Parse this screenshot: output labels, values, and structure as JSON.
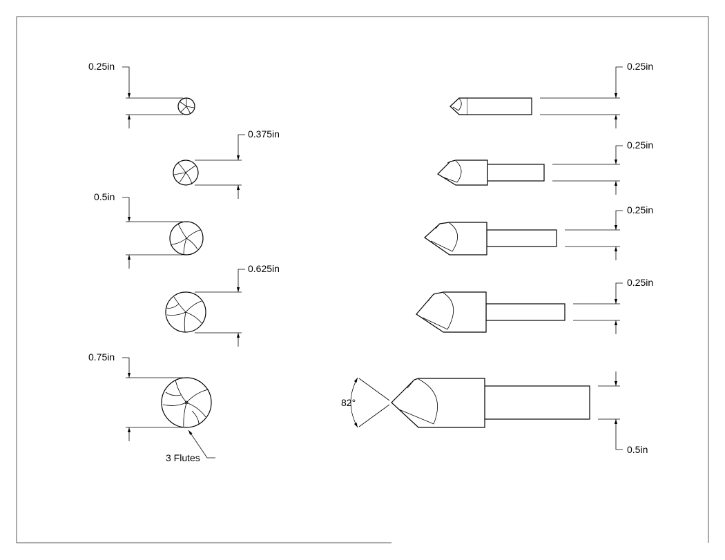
{
  "left_dims": [
    "0.25in",
    "0.375in",
    "0.5in",
    "0.625in",
    "0.75in"
  ],
  "right_dims": [
    "0.25in",
    "0.25in",
    "0.25in",
    "0.25in",
    "0.5in"
  ],
  "angle": "82°",
  "flutes_note": "3 Flutes",
  "colors": {
    "line": "#000000",
    "frame": "#555555",
    "background": "#ffffff"
  }
}
